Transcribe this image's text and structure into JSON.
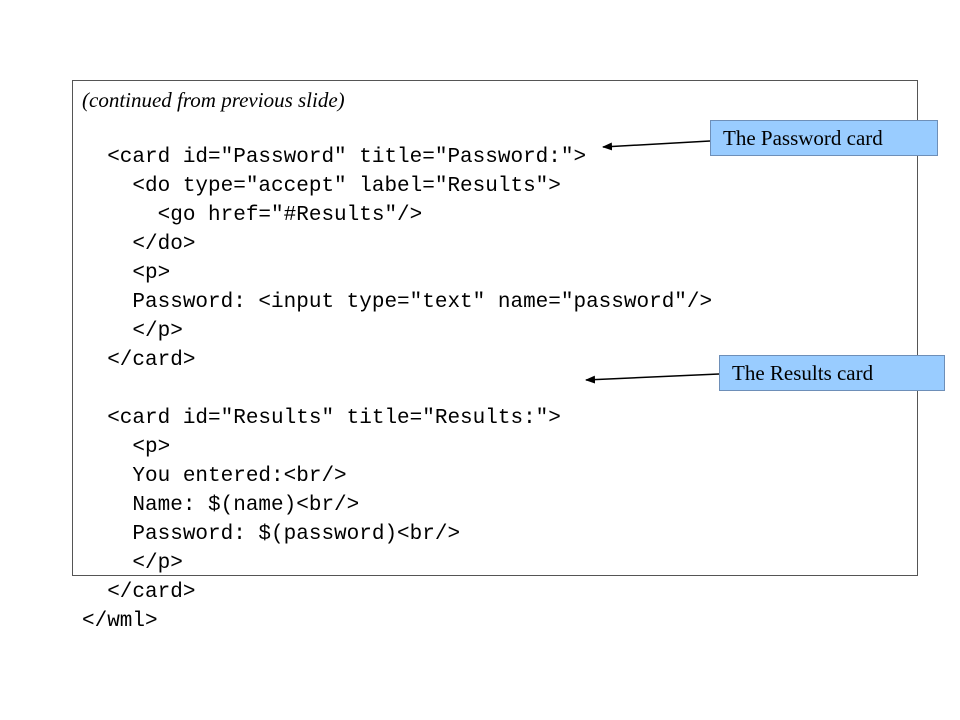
{
  "caption": "(continued from previous slide)",
  "code_lines": [
    "  <card id=\"Password\" title=\"Password:\">",
    "    <do type=\"accept\" label=\"Results\">",
    "      <go href=\"#Results\"/>",
    "    </do>",
    "    <p>",
    "    Password: <input type=\"text\" name=\"password\"/>",
    "    </p>",
    "  </card>",
    "",
    "  <card id=\"Results\" title=\"Results:\">",
    "    <p>",
    "    You entered:<br/>",
    "    Name: $(name)<br/>",
    "    Password: $(password)<br/>",
    "    </p>",
    "  </card>",
    "</wml>"
  ],
  "callouts": {
    "password": "The Password card",
    "results": "The Results card"
  },
  "colors": {
    "callout_fill": "#99ccff",
    "arrow": "#000000"
  }
}
